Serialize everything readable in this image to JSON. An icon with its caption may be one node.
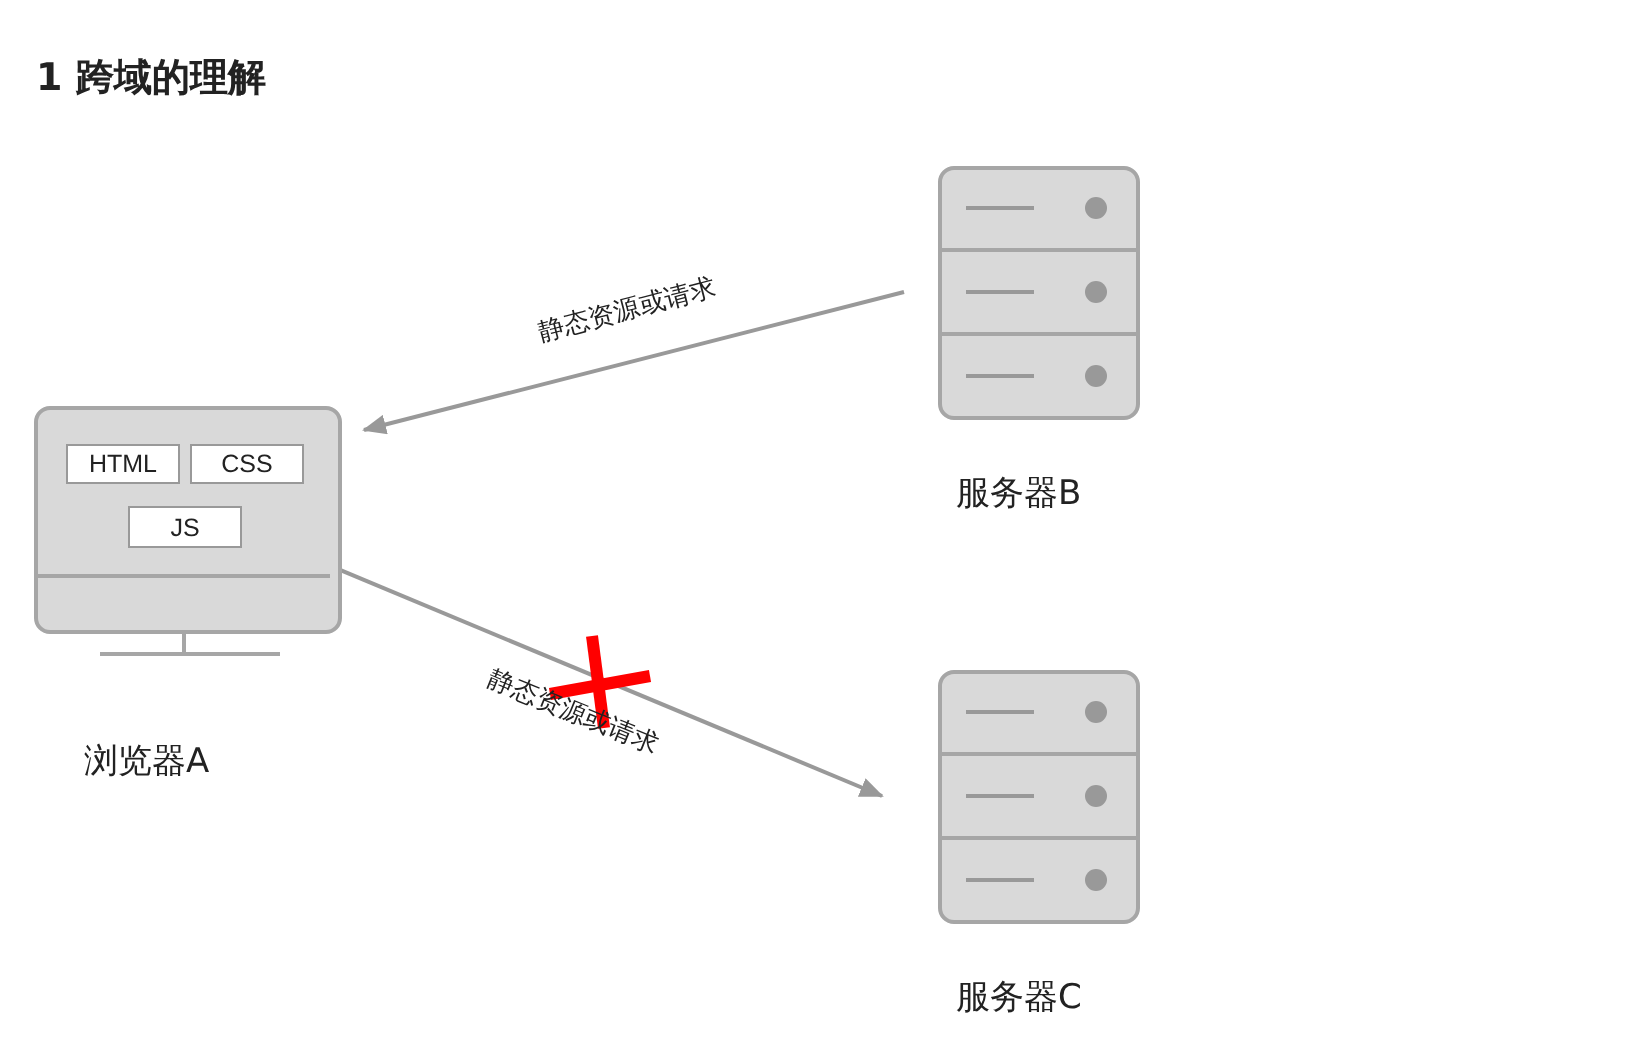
{
  "diagram": {
    "title": "1 跨域的理解",
    "nodes": [
      {
        "text": [
          "浏览器A"
        ]
      },
      {
        "text": [
          "HTML"
        ],
        "in": 0
      },
      {
        "text": [
          "CSS"
        ],
        "in": 0
      },
      {
        "text": [
          "JS"
        ],
        "in": 0
      },
      {
        "text": [
          "服务器B"
        ]
      },
      {
        "text": [
          "服务器C"
        ]
      }
    ],
    "edges": [
      {
        "from": 4,
        "to": 0,
        "arrow": "to",
        "label": "静态资源或请求"
      },
      {
        "from": 3,
        "to": 5,
        "arrow": "to",
        "label": "静态资源或请求"
      }
    ]
  }
}
